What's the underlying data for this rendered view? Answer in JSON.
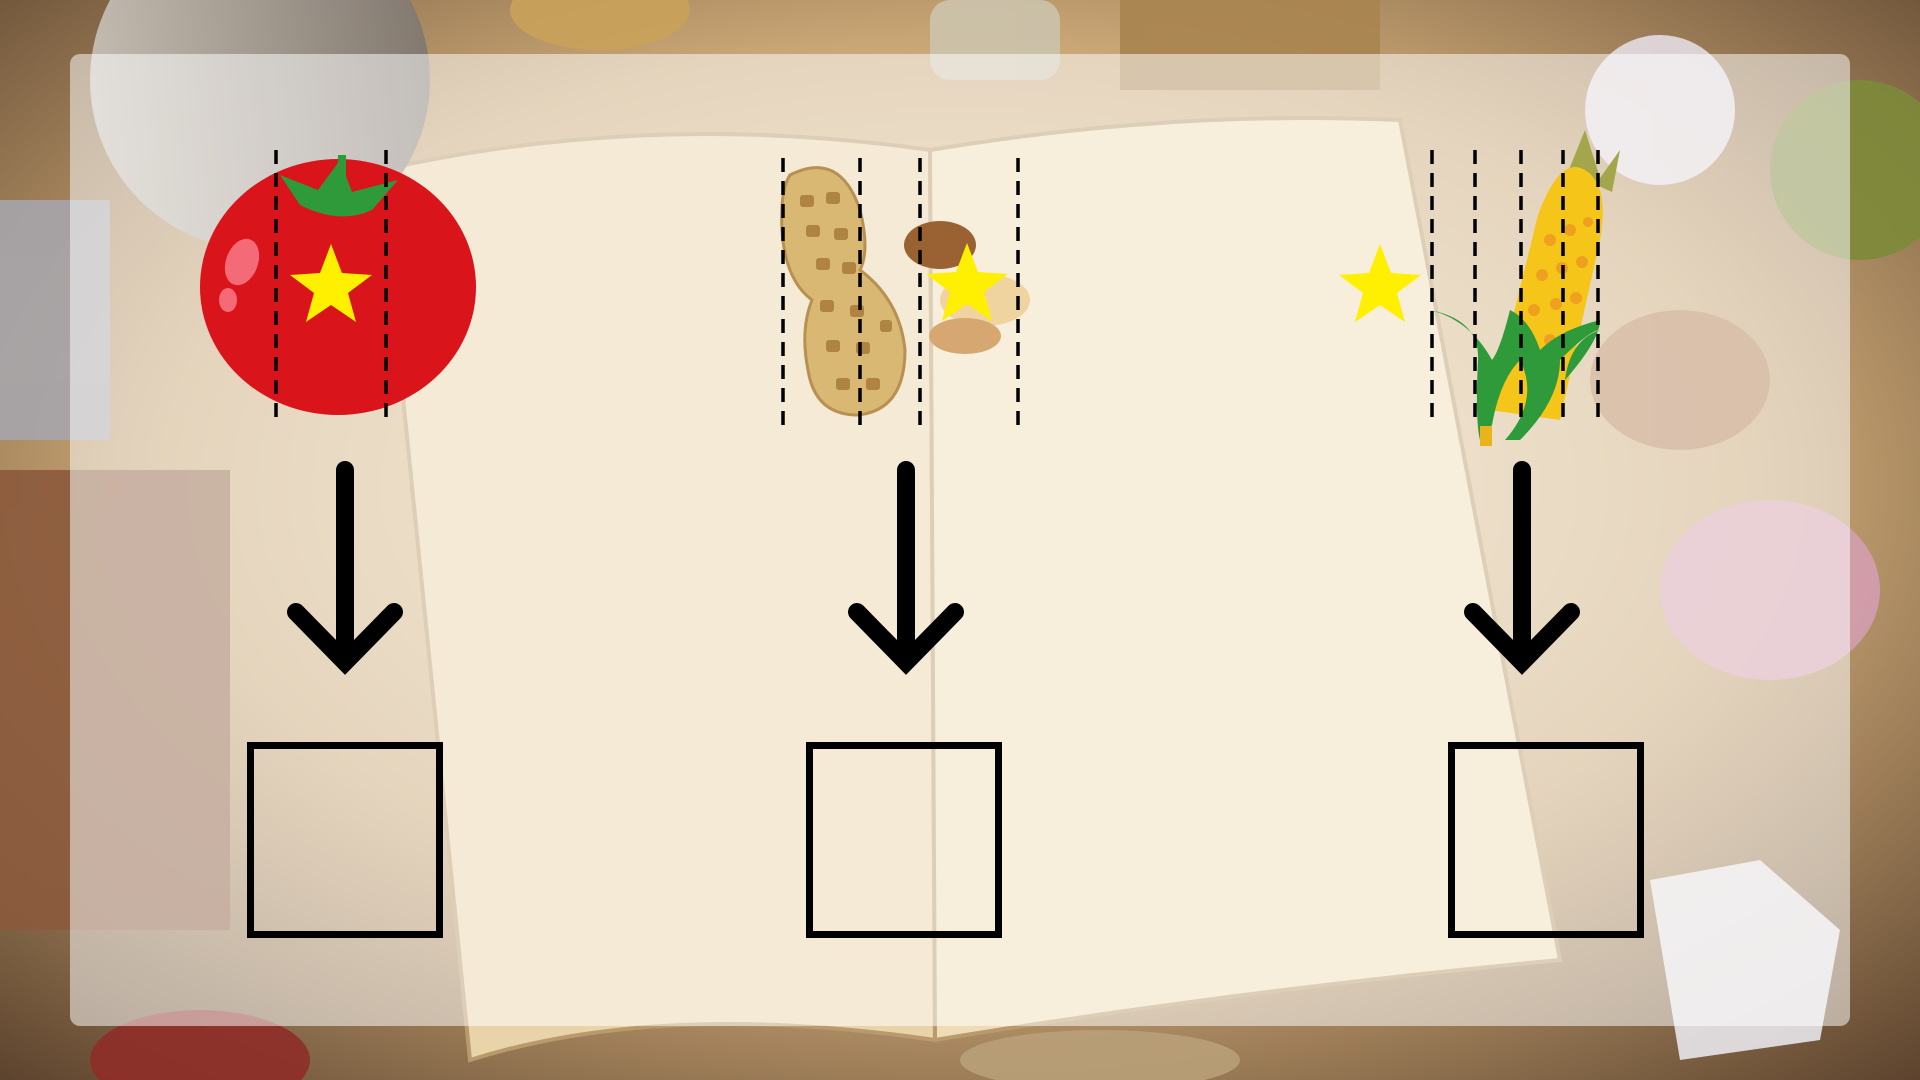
{
  "puzzle": {
    "items": [
      {
        "fruit": "tomato-icon",
        "star": "star-icon",
        "cut_lines": 2,
        "answer": ""
      },
      {
        "fruit": "peanut-icon",
        "star": "star-icon",
        "cut_lines": 4,
        "answer": ""
      },
      {
        "fruit": "corn-icon",
        "star": "star-icon",
        "cut_lines": 5,
        "answer": ""
      }
    ]
  },
  "colors": {
    "star": "#ffef00",
    "panel": "#ffffff",
    "tomato": "#d9141a",
    "peanut": "#d8b872",
    "corn": "#f5c51a",
    "leaf": "#2e9a3a"
  }
}
